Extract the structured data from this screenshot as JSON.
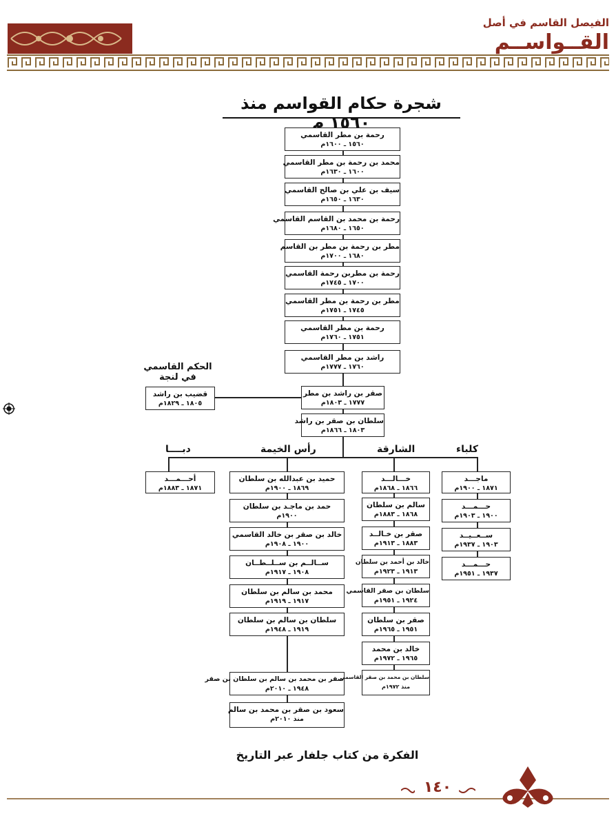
{
  "header": {
    "book_subtitle": "الفيصل القاسم في أصل",
    "book_title": "القــواســم"
  },
  "title": "شجرة حكام القواسم منذ ١٥٦٠ م",
  "main_chain": [
    {
      "name": "رحمة بن مطر القاسمي",
      "dates": "١٥٦٠ ـ ١٦٠٠م"
    },
    {
      "name": "محمد بن رحمة بن مطر القاسمي",
      "dates": "١٦٠٠ ـ ١٦٣٠م"
    },
    {
      "name": "سيف بن علي بن صالح القاسمي",
      "dates": "١٦٣٠ ـ ١٦٥٠م"
    },
    {
      "name": "رحمة بن محمد بن القاسم القاسمي",
      "dates": "١٦٥٠ ـ ١٦٨٠م"
    },
    {
      "name": "مطر بن رحمة بن مطر بن القاسم",
      "dates": "١٦٨٠ ـ ١٧٠٠م"
    },
    {
      "name": "رحمة بن مطربن رحمة القاسمي",
      "dates": "١٧٠٠ ـ ١٧٤٥م"
    },
    {
      "name": "مطر بن رحمة بن مطر القاسمي",
      "dates": "١٧٤٥ ـ ١٧٥١م"
    },
    {
      "name": "رحمة بن مطر القاسمي",
      "dates": "١٧٥١ ـ ١٧٦٠م"
    },
    {
      "name": "راشد بن مطر القاسمي",
      "dates": "١٧٦٠ ـ ١٧٧٧م"
    },
    {
      "name": "صقر بن راشد بن مطر",
      "dates": "١٧٧٧ ـ ١٨٠٣م"
    },
    {
      "name": "سلطان بن صقر بن راشد",
      "dates": "١٨٠٣ ـ ١٨٦٦م"
    }
  ],
  "lajna": {
    "heading_line1": "الحكم القاسمي",
    "heading_line2": "في لنجة",
    "ruler": {
      "name": "قضيب بن راشد",
      "dates": "١٨٠٥ ـ ١٨٢٩م"
    }
  },
  "branches": {
    "dibba": {
      "heading": "دبــــا",
      "rulers": [
        {
          "name": "أحـــمـــد",
          "dates": "١٨٧١ ـ ١٨٨٣م"
        }
      ]
    },
    "ras_al_khaimah": {
      "heading": "رأس الخيمة",
      "rulers": [
        {
          "name": "حميد بن عبدالله بن سلطان",
          "dates": "١٨٦٩ ـ ١٩٠٠م"
        },
        {
          "name": "حمد بن ماجـد بن سلطان",
          "dates": "١٩٠٠م"
        },
        {
          "name": "خالد بن صقر بن خالد القاسمي",
          "dates": "١٩٠٠ ـ ١٩٠٨م"
        },
        {
          "name": "ســالــم بن ســلــطــان",
          "dates": "١٩٠٨ ـ ١٩١٧م"
        },
        {
          "name": "محمد بن سالم بن سلطان",
          "dates": "١٩١٧ ـ ١٩١٩م"
        },
        {
          "name": "سلطان بن سالم بن سلطان",
          "dates": "١٩١٩ ـ ١٩٤٨م"
        },
        {
          "name": "صقر بن محمد بن سالم بن سلطان بن صقر",
          "dates": "١٩٤٨ ـ ٢٠١٠م"
        },
        {
          "name": "سعود بن صقر بن محمد بن سالم",
          "dates": "منذ ٢٠١٠م"
        }
      ]
    },
    "sharjah": {
      "heading": "الشارقة",
      "rulers": [
        {
          "name": "خـــالـــد",
          "dates": "١٨٦٦ ـ ١٨٦٨م"
        },
        {
          "name": "سالم بن سلطان",
          "dates": "١٨٦٨ ـ ١٨٨٣م"
        },
        {
          "name": "صقر بن خـالــد",
          "dates": "١٨٨٣ ـ ١٩١٣م"
        },
        {
          "name": "خالد بن أحمد بن سلطان",
          "dates": "١٩١٣ ـ ١٩٢٣م"
        },
        {
          "name": "سلطان بن صقر القاسمي",
          "dates": "١٩٢٤ ـ ١٩٥١م"
        },
        {
          "name": "صقر بن سلطان",
          "dates": "١٩٥١ ـ ١٩٦٥م"
        },
        {
          "name": "خالد بن محمد",
          "dates": "١٩٦٥ ـ ١٩٧٢م"
        },
        {
          "name": "سلطان بن محمد بن صقر القاسمي",
          "dates": "منذ ١٩٧٢م"
        }
      ]
    },
    "kalba": {
      "heading": "كلباء",
      "rulers": [
        {
          "name": "ماجـــد",
          "dates": "١٨٧١ ـ ١٩٠٠م"
        },
        {
          "name": "حـــمـــد",
          "dates": "١٩٠٠ ـ ١٩٠٣م"
        },
        {
          "name": "ســعــيــد",
          "dates": "١٩٠٣ ـ ١٩٣٧م"
        },
        {
          "name": "حـــمـــد",
          "dates": "١٩٣٧ ـ ١٩٥١م"
        }
      ]
    }
  },
  "footer": {
    "source": "الفكرة من كتاب جلفار عبر التاريخ",
    "page_number": "١٤٠"
  },
  "colors": {
    "accent": "#8b2b1f",
    "gold": "#a0805a"
  }
}
